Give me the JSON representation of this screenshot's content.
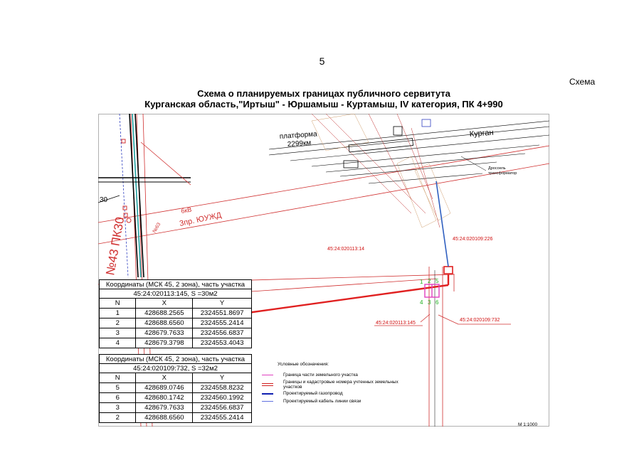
{
  "page_number": "5",
  "corner_label": "Схема",
  "title_line1": "Схема о планируемых границах публичного сервитута",
  "title_line2": "Курганская область,\"Иртыш\" - Юршамыш - Куртамыш, IV категория, ПК 4+990",
  "map_labels": {
    "platform": "платформа",
    "platform_km": "2299км",
    "kurgan": "Курган",
    "transformer_1": "Дросоель",
    "transformer_2": "трансформатор",
    "ebv": "6кВ",
    "line_name": "3пр. ЮУЖД",
    "pk": "№43 ПК30",
    "num_30": "30",
    "parcel_14": "45:24:020113:14",
    "parcel_226": "45:24:020109:226",
    "parcel_145": "45:24:020113:145",
    "parcel_732": "45:24:020109:732"
  },
  "point_labels": [
    "1",
    "2",
    "5",
    "4",
    "3",
    "6"
  ],
  "table1": {
    "caption1": "Координаты (МСК 45, 2 зона), часть участка",
    "caption2": "45:24:020113:145, S =30м2",
    "headers": [
      "N",
      "X",
      "Y"
    ],
    "rows": [
      [
        "1",
        "428688.2565",
        "2324551.8697"
      ],
      [
        "2",
        "428688.6560",
        "2324555.2414"
      ],
      [
        "3",
        "428679.7633",
        "2324556.6837"
      ],
      [
        "4",
        "428679.3798",
        "2324553.4043"
      ]
    ]
  },
  "table2": {
    "caption1": "Координаты (МСК 45, 2 зона), часть участка",
    "caption2": "45:24:020109:732, S =32м2",
    "headers": [
      "N",
      "X",
      "Y"
    ],
    "rows": [
      [
        "5",
        "428689.0746",
        "2324558.8232"
      ],
      [
        "6",
        "428680.1742",
        "2324560.1992"
      ],
      [
        "3",
        "428679.7633",
        "2324556.6837"
      ],
      [
        "2",
        "428688.6560",
        "2324555.2414"
      ]
    ]
  },
  "legend": {
    "title": "Условные обозначения:",
    "items": [
      {
        "label": "Граница части земельного участка",
        "color": "#e040c0"
      },
      {
        "label": "Границы и кадастровые номера  учтенных земельных участков",
        "color": "#d02020"
      },
      {
        "label": "Проектируемый газопровод",
        "color": "#1020b0"
      },
      {
        "label": "Проектируемый кабель линии связи",
        "color": "#6070e0"
      }
    ]
  },
  "scale": "М 1:1000"
}
